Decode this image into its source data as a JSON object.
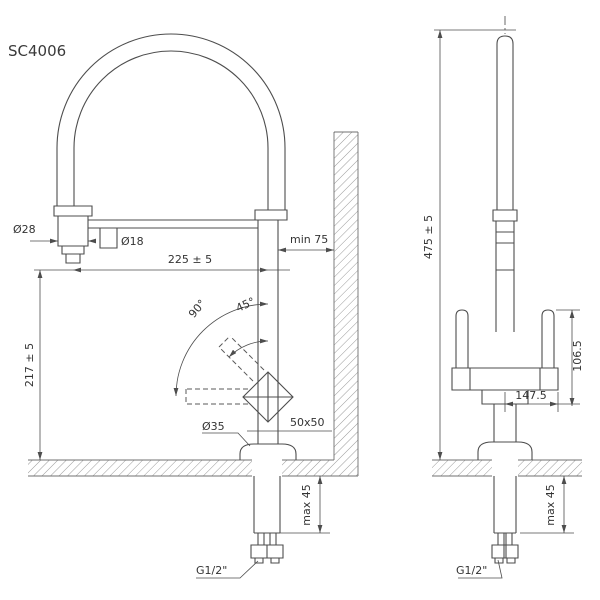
{
  "drawing": {
    "model": "SC4006",
    "side_view": {
      "dim_spray_head_diameter": "Ø28",
      "dim_dock_diameter": "Ø18",
      "dim_reach": "225 ± 5",
      "dim_wall_clearance": "min 75",
      "dim_swivel_90": "90°",
      "dim_swivel_45": "45°",
      "dim_outlet_height": "217 ± 5",
      "dim_base_diameter": "Ø35",
      "dim_body_section": "50x50",
      "dim_deck_thickness": "max 45",
      "dim_thread": "G1/2\""
    },
    "front_view": {
      "dim_total_height": "475 ± 5",
      "dim_handle_height": "106.5",
      "dim_width": "147.5",
      "dim_deck_thickness": "max 45",
      "dim_thread": "G1/2\""
    }
  }
}
